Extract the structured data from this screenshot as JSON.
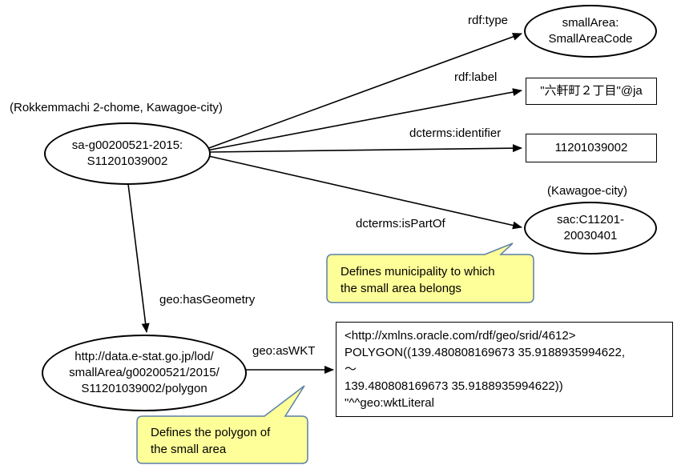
{
  "nodes": {
    "subject": {
      "line1": "sa-g00200521-2015:",
      "line2": "S11201039002",
      "annotation": "(Rokkemmachi 2-chome, Kawagoe-city)"
    },
    "type_node": {
      "line1": "smallArea:",
      "line2": "SmallAreaCode"
    },
    "label_node": {
      "text": "\"六軒町２丁目\"@ja"
    },
    "identifier_node": {
      "text": "11201039002"
    },
    "partof_node": {
      "line1": "sac:C11201-",
      "line2": "20030401",
      "annotation": "(Kawagoe-city)"
    },
    "geometry_node": {
      "line1": "http://data.e-stat.go.jp/lod/",
      "line2": "smallArea/g00200521/2015/",
      "line3": "S11201039002/polygon"
    },
    "wkt_node": {
      "line1": "<http://xmlns.oracle.com/rdf/geo/srid/4612>",
      "line2": "POLYGON((139.480808169673 35.9188935994622,",
      "line3": "～",
      "line4": "139.480808169673 35.9188935994622))",
      "line5": "\"^^geo:wktLiteral"
    }
  },
  "edges": {
    "type": "rdf:type",
    "label": "rdf:label",
    "identifier": "dcterms:identifier",
    "ispartof": "dcterms:isPartOf",
    "hasgeometry": "geo:hasGeometry",
    "aswkt": "geo:asWKT"
  },
  "callouts": {
    "municipality": {
      "line1": "Defines municipality to which",
      "line2": "the small area belongs"
    },
    "polygon": {
      "line1": "Defines the polygon of",
      "line2": "the small area"
    }
  },
  "colors": {
    "callout_fill": "#FFFF99",
    "callout_stroke": "#5A7FA8",
    "line": "#000000"
  }
}
